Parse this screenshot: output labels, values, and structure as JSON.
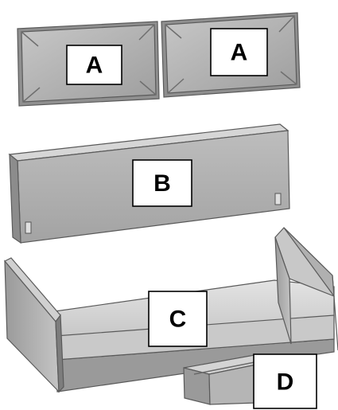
{
  "labels": {
    "a_left": "A",
    "a_right": "A",
    "b": "B",
    "c": "C",
    "d": "D"
  },
  "colors": {
    "part_face": "#b3b3b3",
    "part_light": "#d9d9d9",
    "part_dark": "#8c8c8c",
    "label_box": "#ffffff",
    "label_text": "#000000"
  }
}
